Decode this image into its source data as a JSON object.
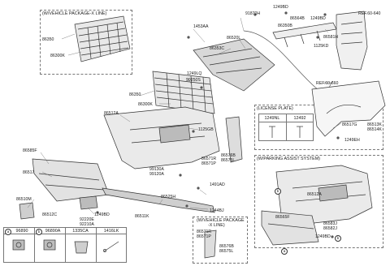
{
  "boxes": {
    "vehicle_pkg_top": "(W/VEHICLE PACKAGE-X LINE)",
    "license_plate": "(LICENSE PLATE)",
    "parking_assist": "(W/PARKING ASSIST SYSTEM)",
    "vehicle_pkg_bottom_1": "(W/VEHICLE PACKAGE",
    "vehicle_pkg_bottom_2": "-X LINE)"
  },
  "refs": {
    "ref_640": "REF.60-640",
    "ref_660": "REF.60-660"
  },
  "license_table": {
    "col1": "1249NL",
    "col2": "12492"
  },
  "legend": [
    {
      "letter": "a",
      "code": "96890"
    },
    {
      "letter": "b",
      "code": "96890A"
    },
    {
      "letter": "",
      "code": "1335CA"
    },
    {
      "letter": "",
      "code": "1416LK"
    }
  ],
  "parts": {
    "p86350_top": "86350",
    "p86300K_top": "86300K",
    "p1453AA": "1453AA",
    "p91870H": "91870H",
    "p1249BD_a": "1249BD",
    "p86564B": "86564B",
    "p1249BD_b": "1249BD",
    "p86350B": "86350B",
    "p86581H": "86581H",
    "p1125KD": "1125KD",
    "p86520L": "86520L",
    "p86353C": "86353C",
    "p1249LQ": "1249LQ",
    "p99250S": "99250S",
    "p86350_mid": "86350",
    "p86300K_mid": "86300K",
    "p86512A": "86512A",
    "p1125GB": "1125GB",
    "p86517G": "86517G",
    "p86513K": "86513K",
    "p86514K": "86514K",
    "p1249EH": "1249EH",
    "p86571R": "86571R",
    "p86571P": "86571P",
    "p86576B": "86576B",
    "p86575L": "86575L",
    "p99130A": "99130A",
    "p99120A": "99120A",
    "p86585F": "86585F",
    "p86517": "86517",
    "p86525H": "86525H",
    "p1491AD": "1491AD",
    "p1244BJ": "1244BJ",
    "p86510M": "86510M",
    "p86512C": "86512C",
    "p92220E": "92220E",
    "p92210A": "92210A",
    "p1249BD_c": "1249BD",
    "p86511K": "86511K",
    "p86571R_b": "86571R",
    "p86571P_b": "86571P",
    "p86576B_b": "86576B",
    "p86575L_b": "86575L",
    "p86512A_b": "86512A",
    "p86565F": "86565F",
    "p86583J": "86583J",
    "p86582J": "86582J",
    "p1249BD_d": "1249BD"
  }
}
